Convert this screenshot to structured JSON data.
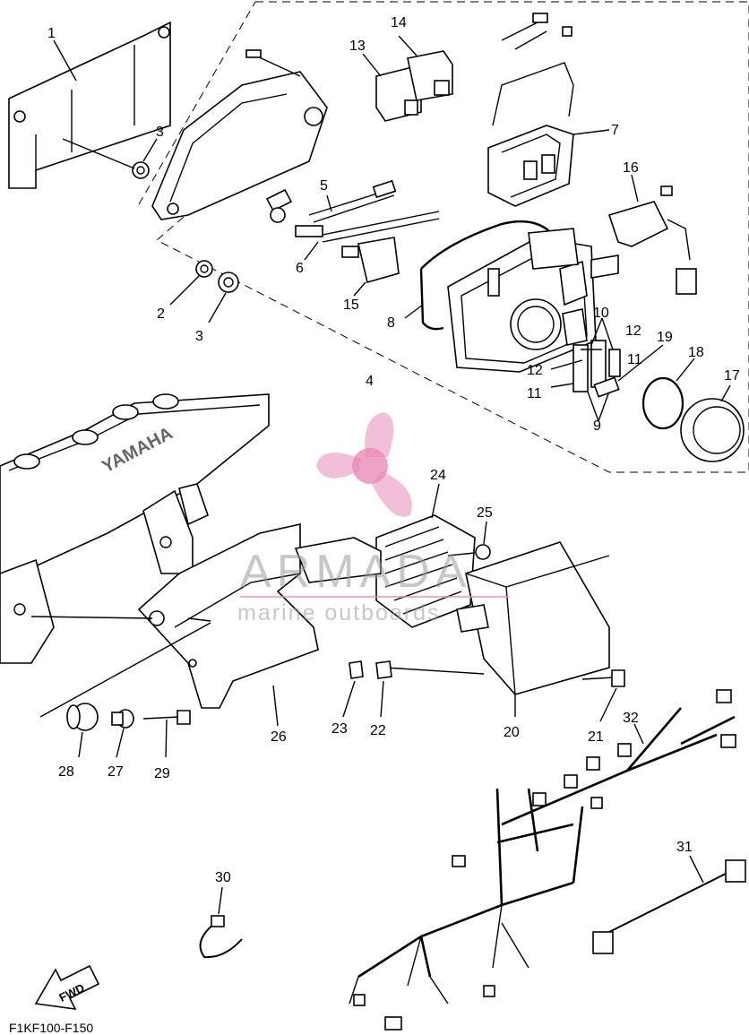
{
  "diagram_code": "F1KF100-F150",
  "fwd_label": "FWD",
  "engine_label": "YAMAHA",
  "watermark": {
    "brand": "ARMADA",
    "tagline": "marine outboards",
    "logo_color": "#e88bb8"
  },
  "callouts": {
    "c1": "1",
    "c2": "2",
    "c3a": "3",
    "c3b": "3",
    "c4": "4",
    "c5": "5",
    "c6": "6",
    "c7": "7",
    "c8": "8",
    "c9": "9",
    "c10": "10",
    "c11a": "11",
    "c11b": "11",
    "c12a": "12",
    "c12b": "12",
    "c13": "13",
    "c14": "14",
    "c15": "15",
    "c16": "16",
    "c17": "17",
    "c18": "18",
    "c19": "19",
    "c20": "20",
    "c21": "21",
    "c22": "22",
    "c23": "23",
    "c24": "24",
    "c25": "25",
    "c26": "26",
    "c27": "27",
    "c28": "28",
    "c29": "29",
    "c30": "30",
    "c31": "31",
    "c32": "32"
  }
}
